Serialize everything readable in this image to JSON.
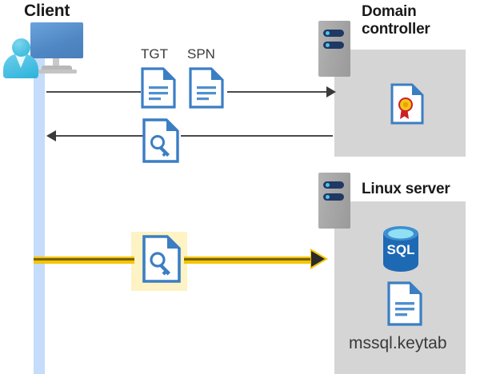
{
  "diagram": {
    "title_client": "Client",
    "title_domain_controller": "Domain\ncontroller",
    "title_domain_controller_line1": "Domain",
    "title_domain_controller_line2": "controller",
    "title_linux_server": "Linux server",
    "keytab_filename": "mssql.keytab"
  },
  "messages": {
    "tgt_label": "TGT",
    "spn_label": "SPN"
  },
  "icons": {
    "client_person": "person-icon",
    "client_monitor": "monitor-icon",
    "domain_controller_rack": "server-rack-icon",
    "linux_server_rack": "server-rack-icon",
    "certificate": "certificate-document-icon",
    "sql_database": "sql-database-icon",
    "keytab_document": "document-icon",
    "tgt_document": "document-icon",
    "spn_document": "document-icon",
    "ticket_key_top": "key-document-icon",
    "ticket_key_highlighted": "key-document-icon"
  },
  "colors": {
    "panel_gray": "#d5d5d5",
    "lifeline_blue": "#c5dcfa",
    "icon_blue": "#3b7ec4",
    "highlight_yellow": "#fdf3c4",
    "arrow_yellow": "#f5c400",
    "arrow_gray": "#3a3a3a",
    "sql_blue": "#1d69b4",
    "rack_navy": "#1f3864",
    "rack_dot_cyan": "#4fc3e8",
    "person_cyan": "#3fbbe0",
    "cert_seal_gold": "#f5c518",
    "cert_ribbon_red": "#cc2026",
    "text_dark": "#1a1a1a"
  }
}
